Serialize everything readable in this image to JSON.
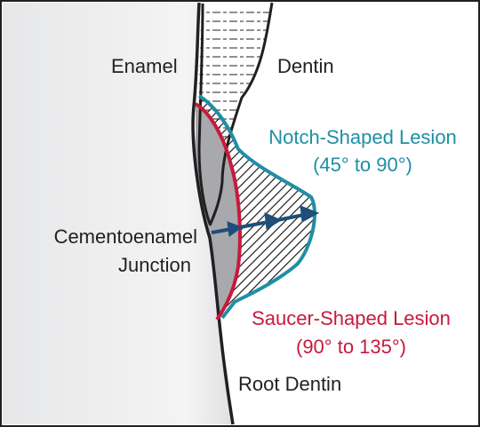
{
  "labels": {
    "enamel": "Enamel",
    "dentin": "Dentin",
    "notch_title": "Notch-Shaped Lesion",
    "notch_angle": "(45° to 90°)",
    "cej_line1": "Cementoenamel",
    "cej_line2": "Junction",
    "saucer_title": "Saucer-Shaped Lesion",
    "saucer_angle": "(90° to 135°)",
    "root_dentin": "Root Dentin"
  },
  "colors": {
    "notch_outline": "#1f8fa5",
    "saucer_outline": "#c8193c",
    "arrow": "#1f4e79",
    "text": "#231f20",
    "saucer_fill": "#a7a9ac"
  }
}
